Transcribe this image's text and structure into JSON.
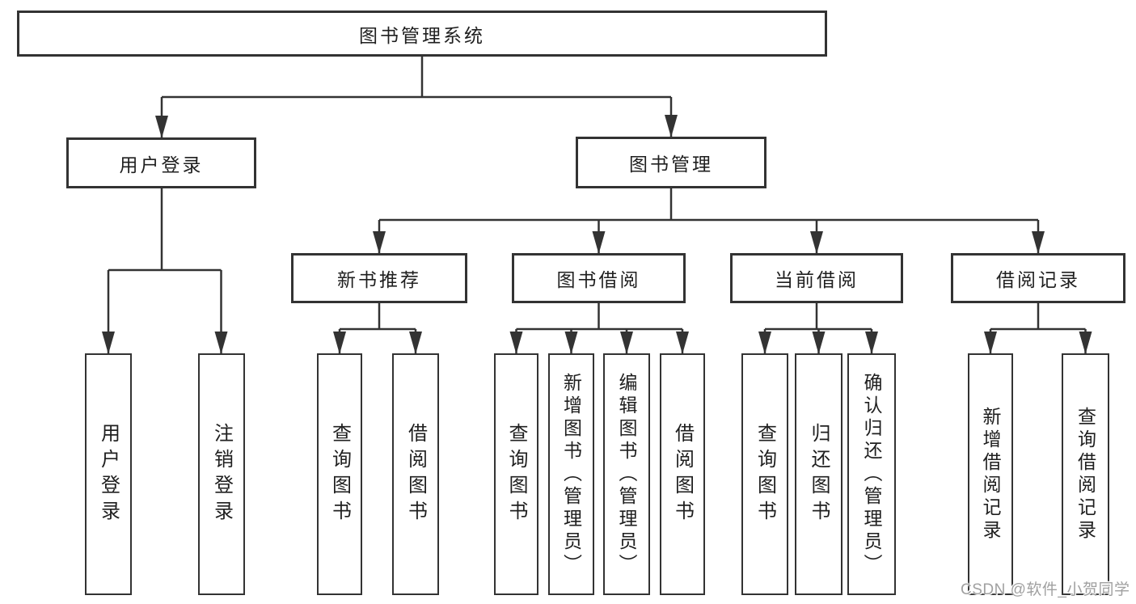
{
  "tree": {
    "root": "图书管理系统",
    "branches": [
      {
        "label": "用户登录",
        "children": [
          "用户登录",
          "注销登录"
        ]
      },
      {
        "label": "图书管理",
        "sections": [
          {
            "label": "新书推荐",
            "children": [
              "查询图书",
              "借阅图书"
            ]
          },
          {
            "label": "图书借阅",
            "children": [
              "查询图书",
              "新增图书（管理员）",
              "编辑图书（管理员）",
              "借阅图书"
            ]
          },
          {
            "label": "当前借阅",
            "children": [
              "查询图书",
              "归还图书",
              "确认归还（管理员）"
            ]
          },
          {
            "label": "借阅记录",
            "children": [
              "新增借阅记录",
              "查询借阅记录"
            ]
          }
        ]
      }
    ]
  },
  "watermark": "CSDN @软件_小贺同学",
  "colors": {
    "line": "#333333",
    "text": "#1f1f1f",
    "background": "#ffffff",
    "watermark": "#a0a0a0"
  }
}
